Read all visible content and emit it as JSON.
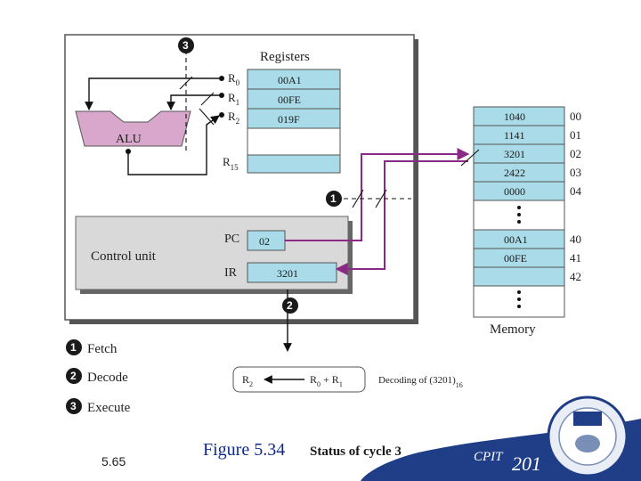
{
  "registers": {
    "title": "Registers",
    "labels": [
      "R",
      "R",
      "R",
      "R"
    ],
    "subscripts": [
      "0",
      "1",
      "2",
      "15"
    ],
    "cells": [
      "00A1",
      "00FE",
      "019F"
    ]
  },
  "alu": {
    "label": "ALU"
  },
  "control_unit": {
    "label": "Control unit",
    "pc_label": "PC",
    "pc_value": "02",
    "ir_label": "IR",
    "ir_value": "3201"
  },
  "memory": {
    "title": "Memory",
    "cells": [
      "1040",
      "1141",
      "3201",
      "2422",
      "0000",
      "00A1",
      "00FE"
    ],
    "addresses": [
      "00",
      "01",
      "02",
      "03",
      "04",
      "40",
      "41",
      "42"
    ]
  },
  "steps": [
    {
      "number": "1",
      "label": "Fetch"
    },
    {
      "number": "2",
      "label": "Decode"
    },
    {
      "number": "3",
      "label": "Execute"
    }
  ],
  "decode_box": {
    "dest": "R",
    "dest_sub": "2",
    "src1": "R",
    "src1_sub": "0",
    "plus": "+",
    "src2": "R",
    "src2_sub": "1",
    "note": "Decoding of (3201)",
    "note_sub": "16"
  },
  "caption": {
    "slide_number": "5.65",
    "figure_number": "Figure 5.34",
    "figure_title": "Status of cycle 3"
  },
  "footer": {
    "left_text": "CPIT",
    "right_text": "201"
  },
  "colors": {
    "cell_fill": "#a9dbe8",
    "panel_fill": "#d9d9d9",
    "alu_fill": "#d9a6cc",
    "path_purple": "#8a2a86",
    "badge_fill": "#1a1a1a",
    "footer_band": "#1f3e87"
  }
}
